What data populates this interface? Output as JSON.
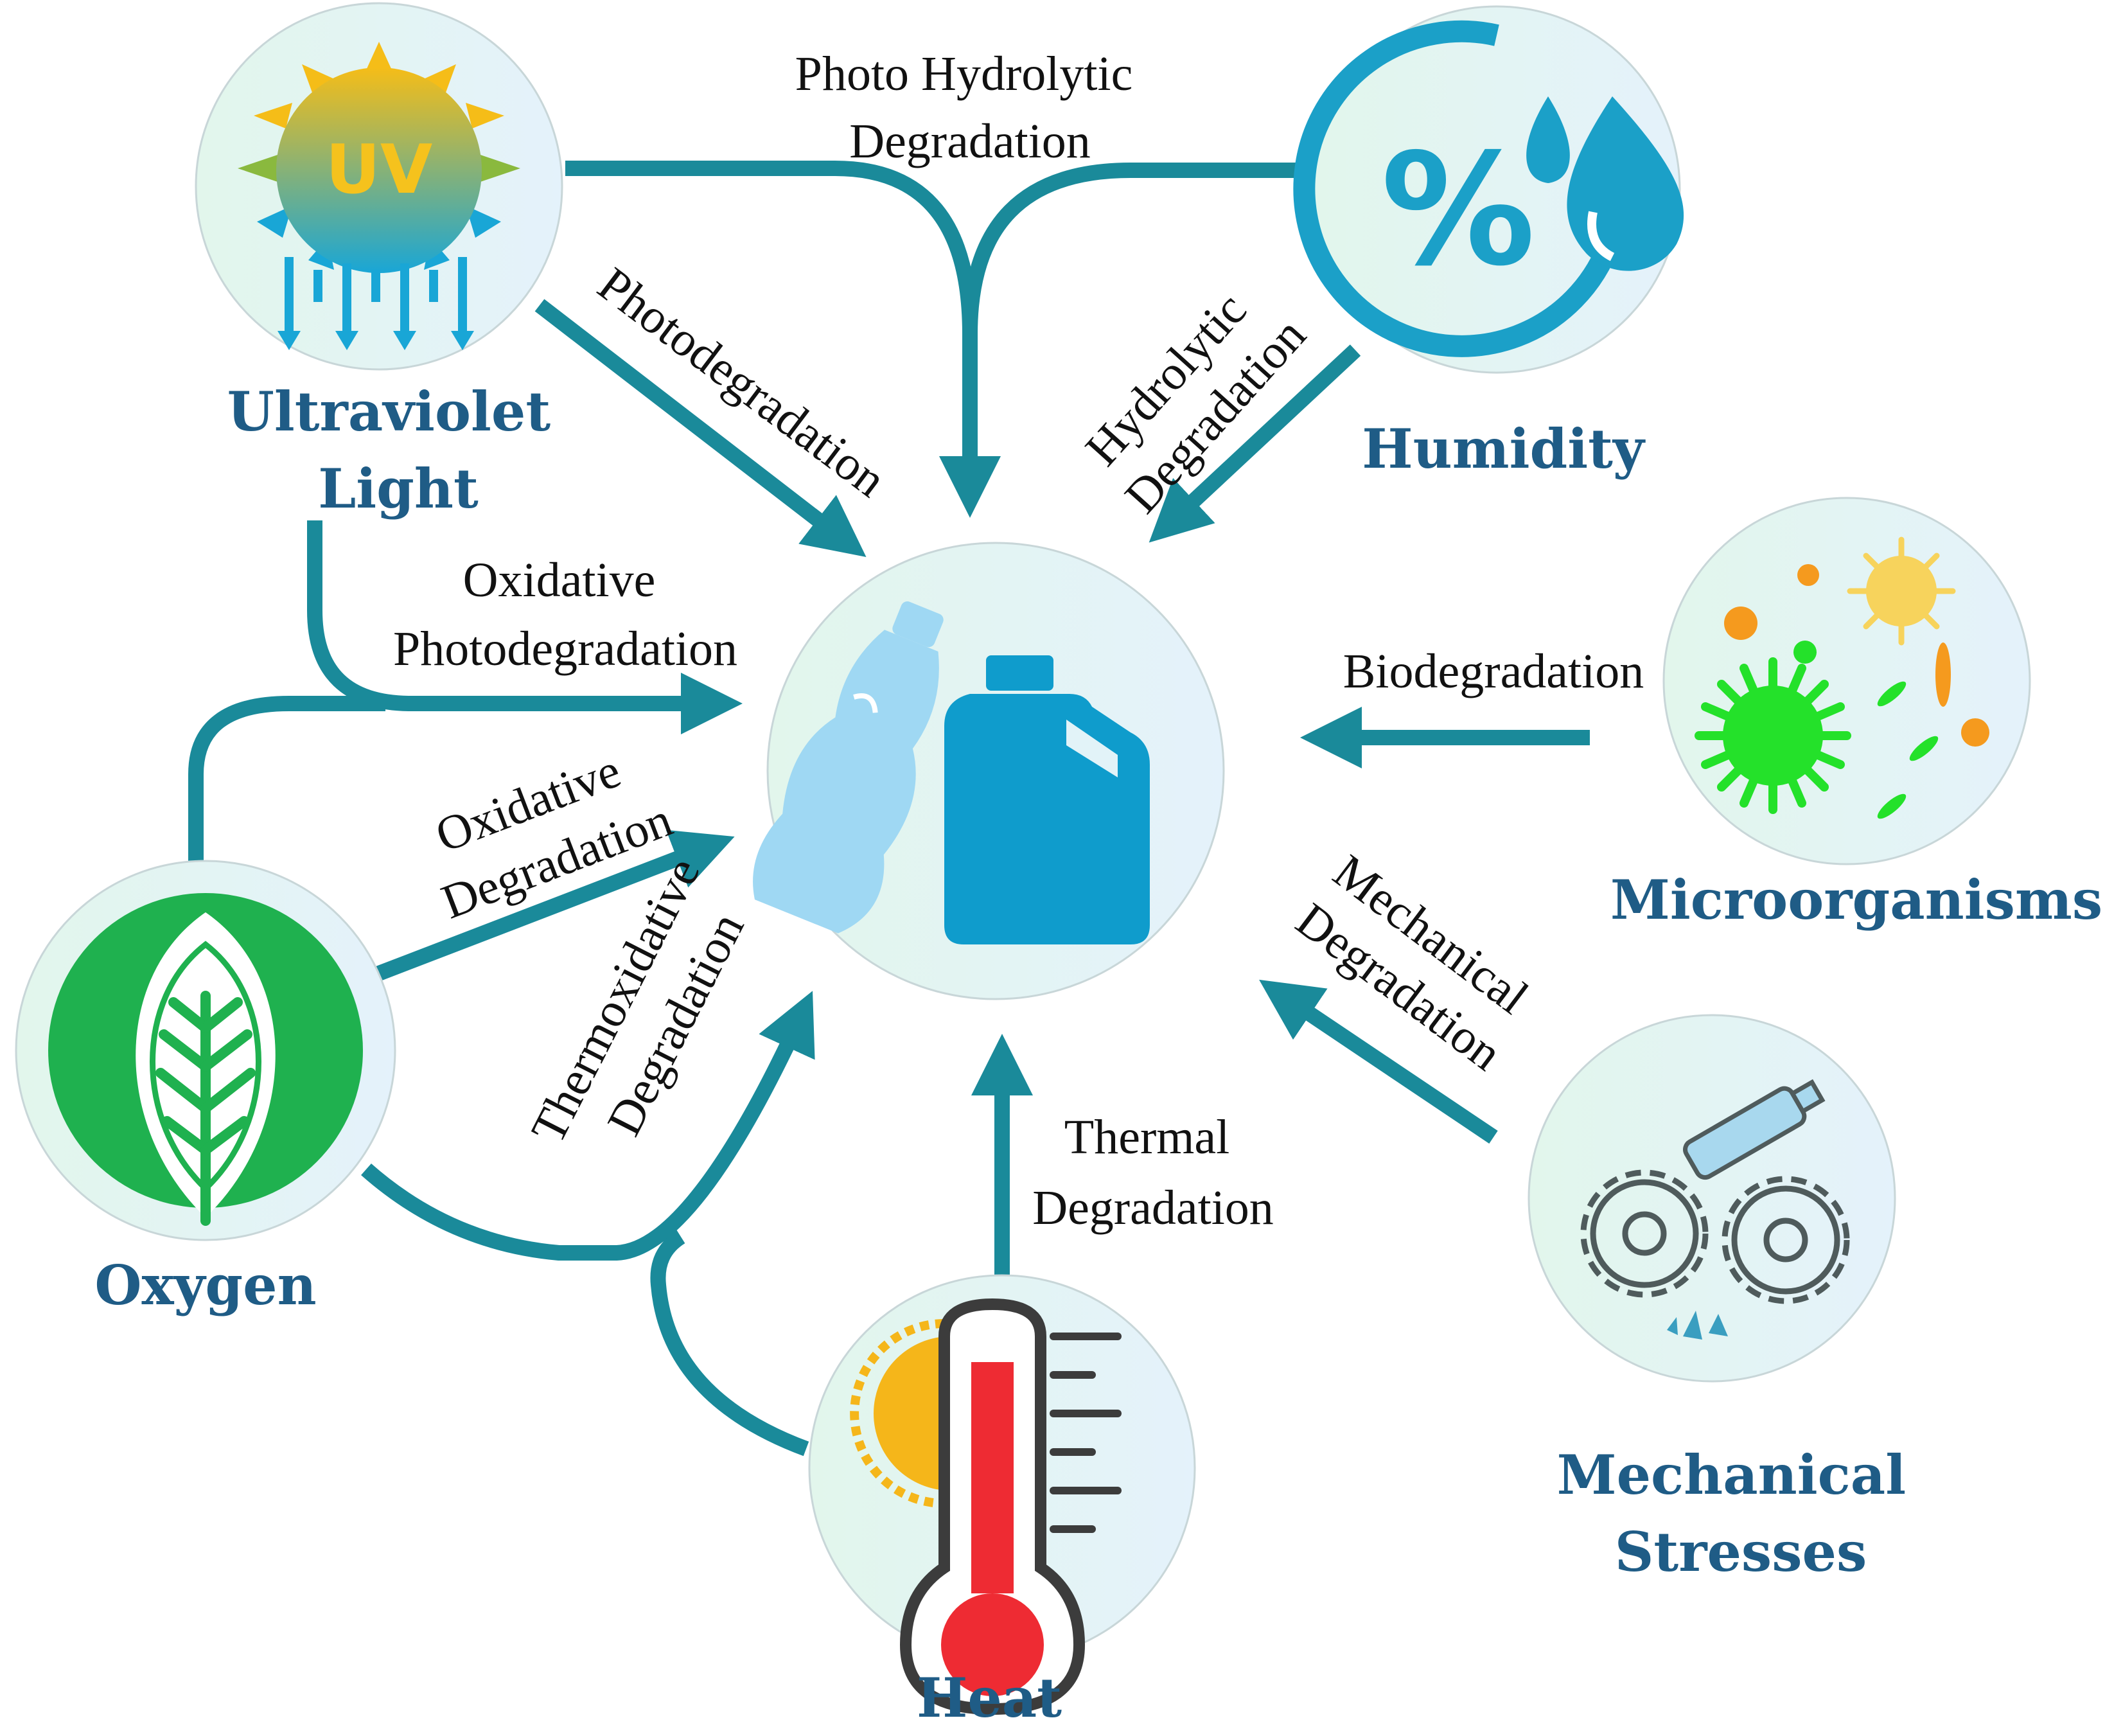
{
  "colors": {
    "arrow": "#1a8a9a",
    "factor_label": "#1f5c86",
    "process_label": "#111111",
    "circle_fill_left": "#e2f6ec",
    "circle_fill_right": "#e4f2fb",
    "circle_edge": "#c8d6d8",
    "uv_sun": "#f5bd18",
    "uv_rays": "#19a6d6",
    "humidity_icon": "#1ba0c8",
    "microbe_green": "#24e12a",
    "microbe_orange": "#f59a1e",
    "microbe_yellow": "#f7d35c",
    "leaf_green": "#1fb14f",
    "thermo_red": "#ee2b33",
    "sun_orange": "#f5b61a",
    "gear_gray": "#4f5b5c",
    "bottle_light": "#9fd8f3",
    "jug_blue": "#0f9ccc"
  },
  "factors": {
    "uv": {
      "line1": "Ultraviolet",
      "line2": "Light",
      "icon": "uv-sun-icon",
      "badge": "UV"
    },
    "humidity": {
      "line1": "Humidity",
      "icon": "humidity-drops-icon",
      "badge": "%"
    },
    "microorganisms": {
      "line1": "Microorganisms",
      "icon": "microbes-icon"
    },
    "mechanical": {
      "line1": "Mechanical",
      "line2": "Stresses",
      "icon": "gears-bottle-icon"
    },
    "heat": {
      "line1": "Heat",
      "icon": "thermometer-sun-icon"
    },
    "oxygen": {
      "line1": "Oxygen",
      "icon": "leaf-icon"
    }
  },
  "center": {
    "icon": "plastic-bottle-jug-icon"
  },
  "processes": {
    "photo_hydrolytic": {
      "line1": "Photo Hydrolytic",
      "line2": "Degradation"
    },
    "photodegradation": {
      "line1": "Photodegradation"
    },
    "hydrolytic": {
      "line1": "Hydrolytic",
      "line2": "Degradation"
    },
    "oxidative_photo": {
      "line1": "Oxidative",
      "line2": "Photodegradation"
    },
    "biodegradation": {
      "line1": "Biodegradation"
    },
    "oxidative": {
      "line1": "Oxidative",
      "line2": "Degradation"
    },
    "mechanical": {
      "line1": "Mechanical",
      "line2": "Degradation"
    },
    "thermoxidative": {
      "line1": "Thermoxidative",
      "line2": "Degradation"
    },
    "thermal": {
      "line1": "Thermal",
      "line2": "Degradation"
    }
  }
}
